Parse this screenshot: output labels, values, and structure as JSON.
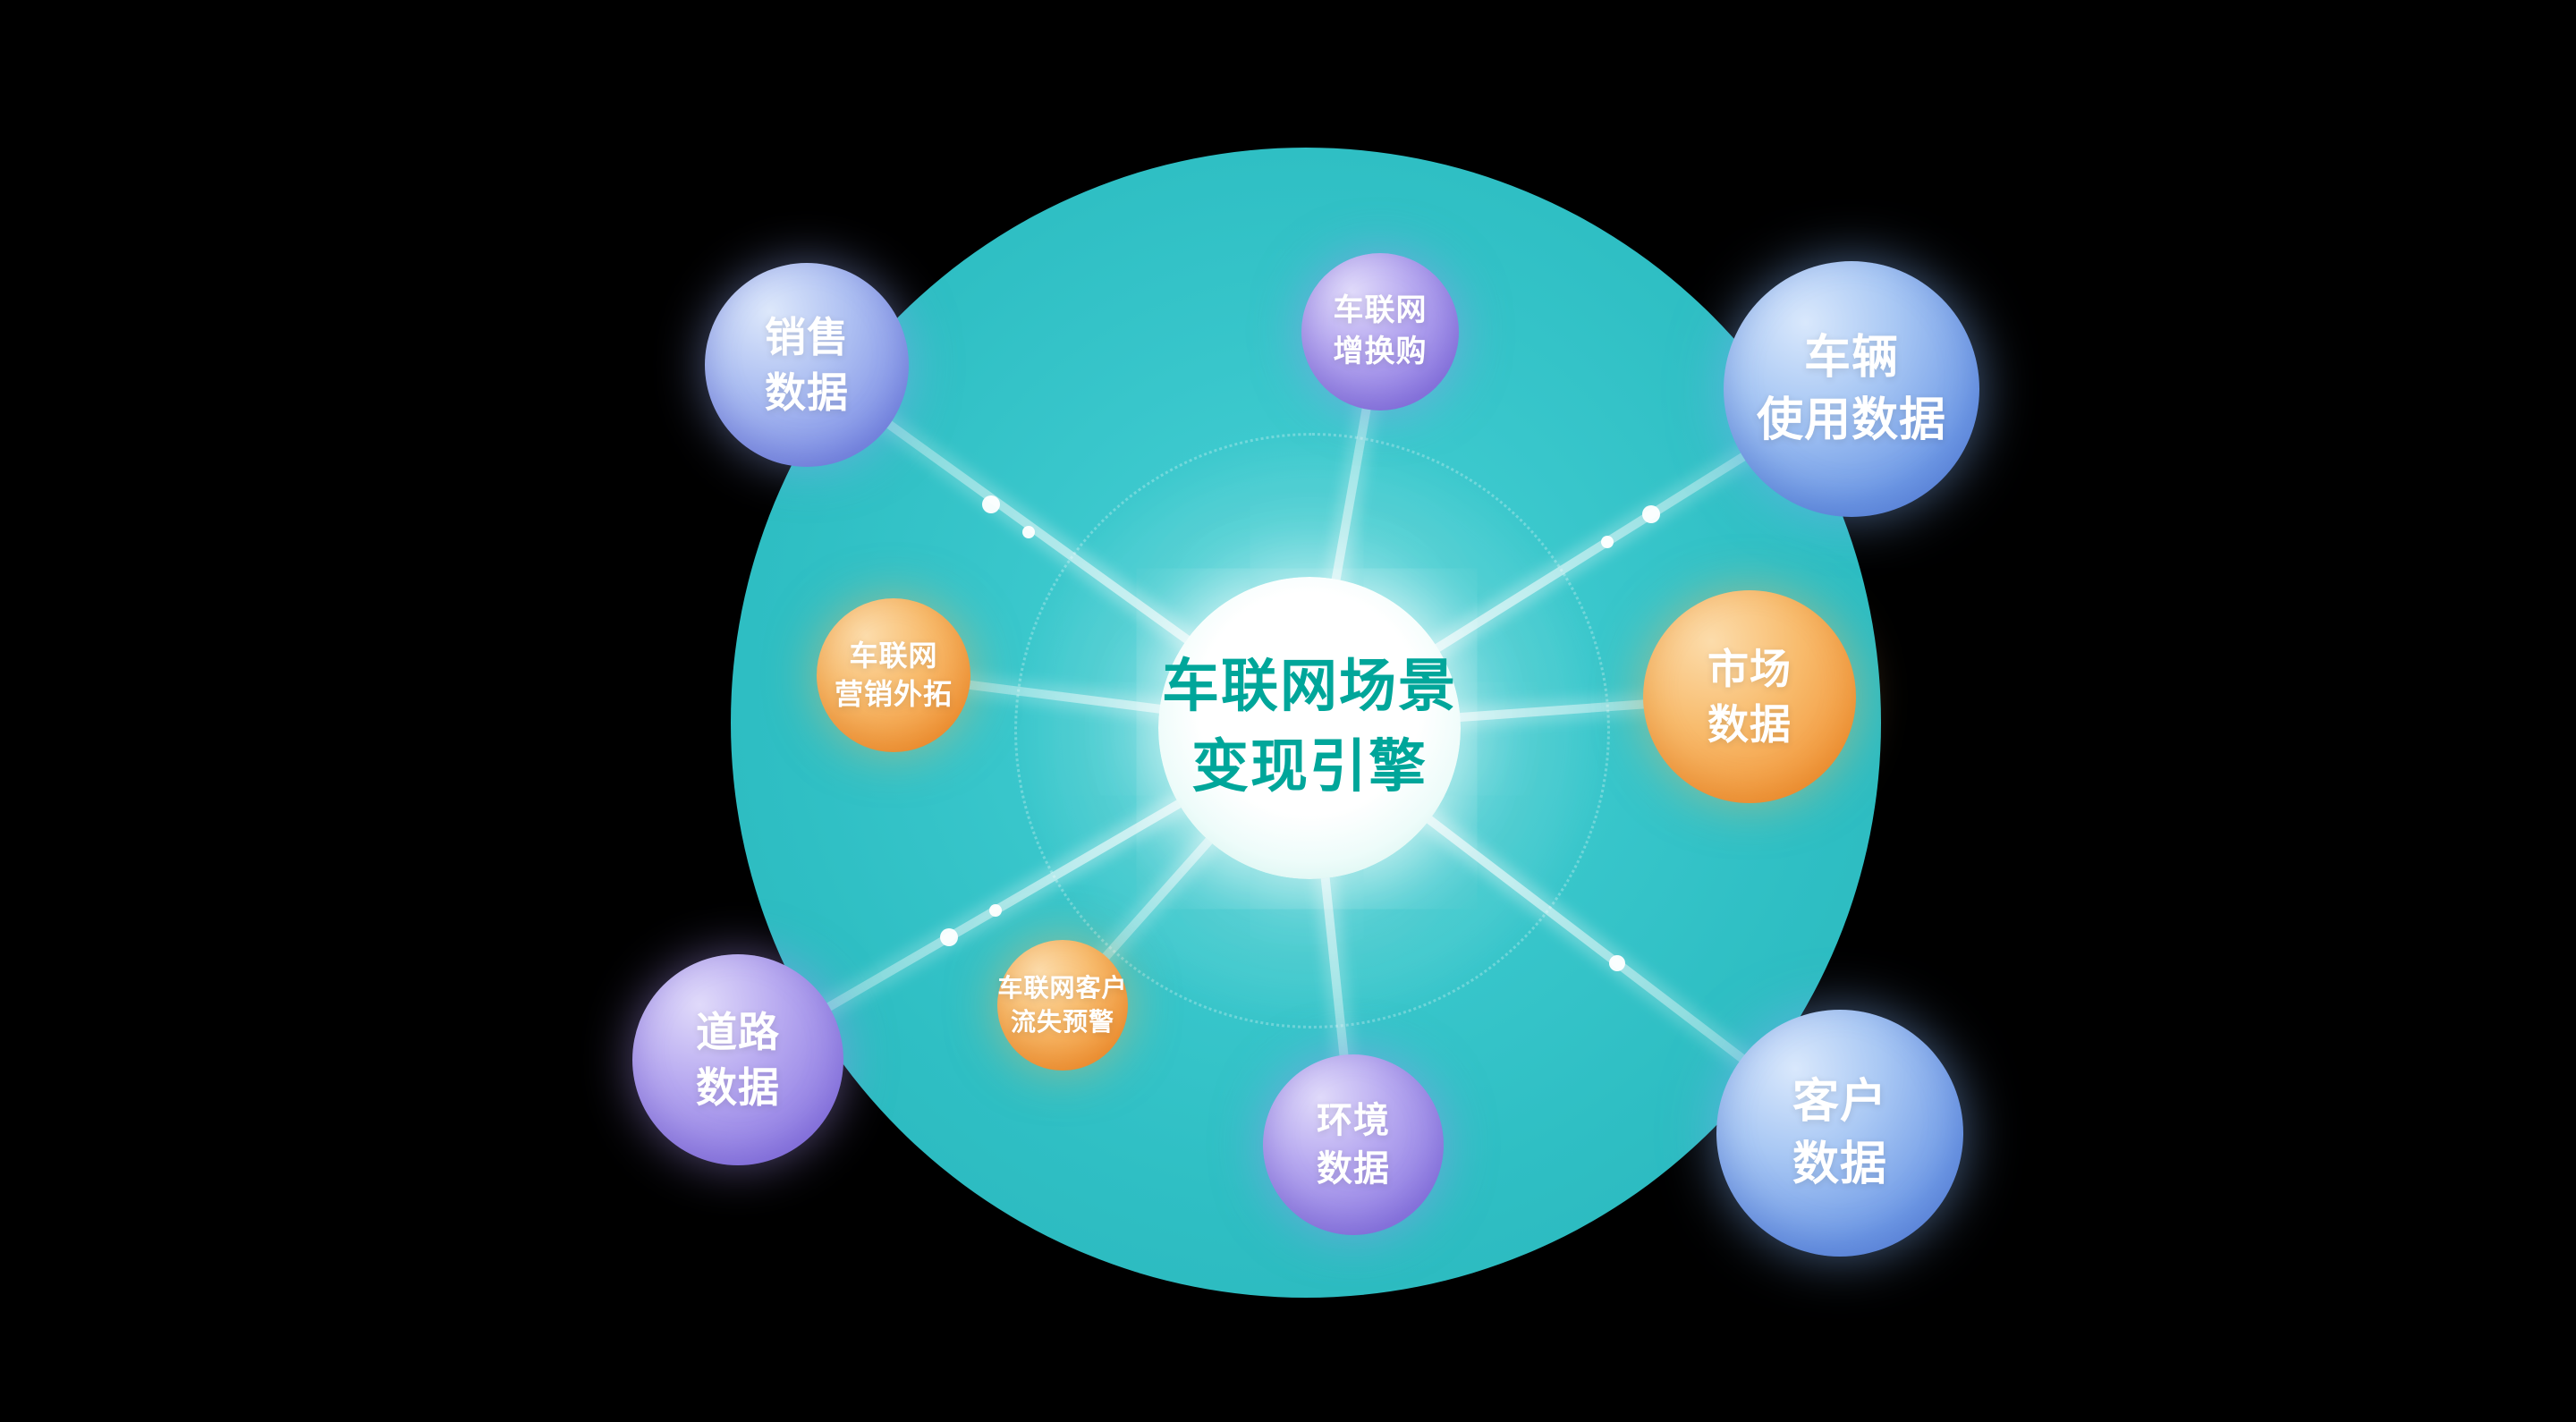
{
  "diagram": {
    "center": {
      "title": "车联网场景\n变现引擎"
    },
    "nodes": [
      {
        "id": "sales-data",
        "label": "销售\n数据"
      },
      {
        "id": "iov-trade-in",
        "label": "车联网\n增换购"
      },
      {
        "id": "vehicle-usage-data",
        "label": "车辆\n使用数据"
      },
      {
        "id": "iov-marketing-expand",
        "label": "车联网\n营销外拓"
      },
      {
        "id": "market-data",
        "label": "市场\n数据"
      },
      {
        "id": "road-data",
        "label": "道路\n数据"
      },
      {
        "id": "iov-churn-warning",
        "label": "车联网客户\n流失预警"
      },
      {
        "id": "environment-data",
        "label": "环境\n数据"
      },
      {
        "id": "customer-data",
        "label": "客户\n数据"
      }
    ],
    "colors": {
      "background": "#000000",
      "main_circle": "#2fbfc4",
      "center_circle": "#ffffff",
      "center_text": "#00a69a",
      "node_blue": "#5b86dc",
      "node_blue_purple": "#7485e0",
      "node_purple": "#8674de",
      "node_orange": "#f2973a",
      "node_text": "#ffffff",
      "beam": "#ffffff"
    }
  }
}
